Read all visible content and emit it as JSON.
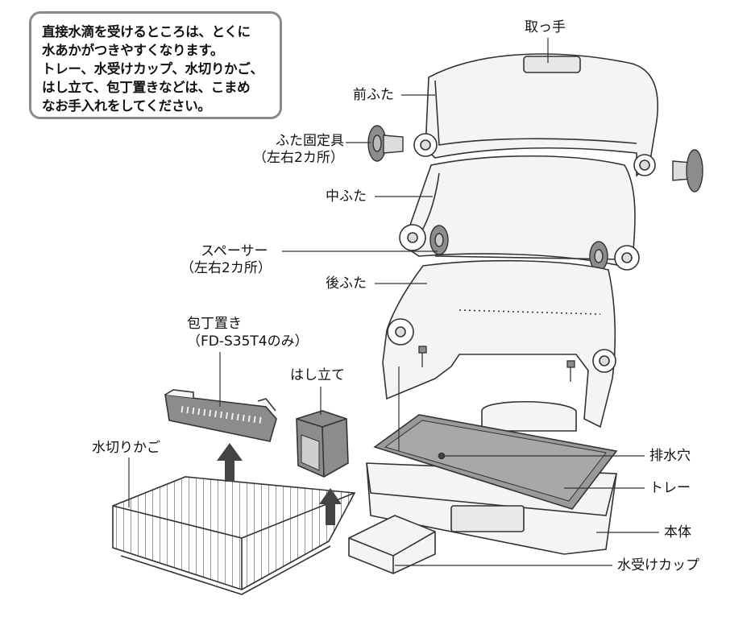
{
  "note": {
    "lines": [
      "直接水滴を受けるところは、とくに",
      "水あかがつきやすくなります。",
      "トレー、水受けカップ、水切りかご、",
      "はし立て、包丁置きなどは、こまめ",
      "なお手入れをしてください。"
    ]
  },
  "labels": {
    "handle": "取っ手",
    "front_lid": "前ふた",
    "lid_fixture": "ふた固定具",
    "lid_fixture_note": "（左右2カ所）",
    "middle_lid": "中ふた",
    "spacer": "スペーサー",
    "spacer_note": "（左右2カ所）",
    "rear_lid": "後ふた",
    "knife_holder": "包丁置き",
    "knife_holder_note": "（FD-S35T4のみ）",
    "chopstick_stand": "はし立て",
    "drain_basket": "水切りかご",
    "drain_hole": "排水穴",
    "tray": "トレー",
    "body": "本体",
    "water_cup": "水受けカップ"
  },
  "colors": {
    "line": "#333333",
    "part_fill": "#f4f4f4",
    "dark_part": "#8c8c8c",
    "tray_fill": "#9a9a9a",
    "note_border": "#8a8a8a",
    "arrow": "#444444"
  }
}
